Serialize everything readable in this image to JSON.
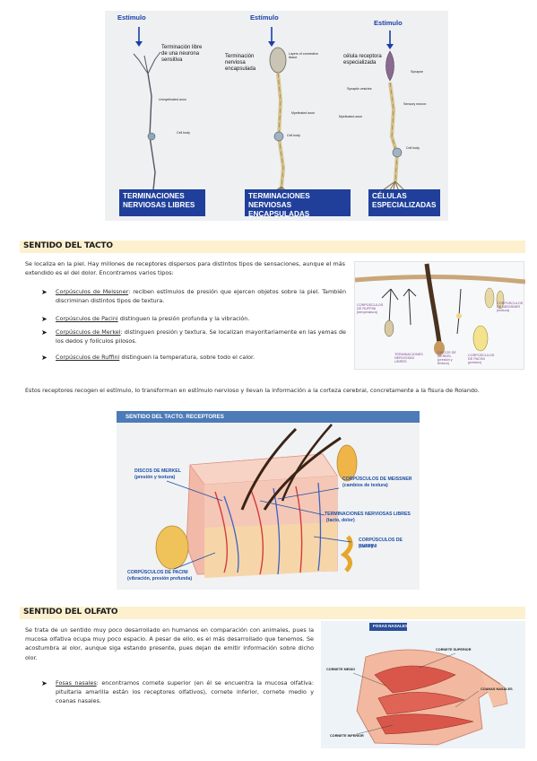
{
  "top_figure": {
    "stimulus_labels": [
      "Estímulo",
      "Estímulo",
      "Estímulo"
    ],
    "col1_desc": "Terminación libre de una neurona sensitiva",
    "col2_desc": "Terminación nerviosa encapsulada",
    "col3_desc": "célula receptora especializada",
    "captions": [
      "TERMINACIONES NERVIOSAS LIBRES",
      "TERMINACIONES NERVIOSAS ENCAPSULADAS",
      "CÉLULAS ESPECIALIZADAS"
    ],
    "micro": {
      "unmyelinated_axon": "Unmyelinated axon",
      "cell_body": "Cell body",
      "layers": "Layers of connective tissue",
      "myelinated_axon": "Myelinated axon",
      "synapse": "Synapse",
      "synaptic_vesicles": "Synaptic vesicles",
      "sensory_neuron": "Sensory neuron"
    }
  },
  "tacto": {
    "title": "SENTIDO DEL TACTO",
    "intro": "Se localiza en la piel. Hay millones de receptores dispersos para distintos tipos de sensaciones, aunque el más extendido es el del dolor. Encontramos varios tipos:",
    "items": [
      {
        "term": "Corpúsculos de Meissner",
        "text": ": reciben estímulos de presión que ejercen objetos sobre la piel. También discriminan distintos tipos de textura."
      },
      {
        "term": "Corpúsculos de Pacini",
        "text": " distinguen la presión profunda y la vibración."
      },
      {
        "term": "Corpúsculos de Merkel",
        "text": ": distinguen presión y textura. Se localizan mayoritariamente en las yemas de los dedos y folículos pilosos."
      },
      {
        "term": "Corpúsculos de Ruffini",
        "text": " distinguen la temperatura, sobre todo el calor."
      }
    ],
    "receptors_figure": {
      "ruffini": "CORPÚSCULOS DE RUFFINI (temperatura)",
      "libres": "TERMINACIONES NERVIOSAS LIBRES",
      "merkel": "DISCOS DE MERKEL (presión y textura)",
      "pacini": "CORPÚSCULOS DE PACINI (presión)",
      "meissner": "CORPÚSCULOS DE MEISSNER (textura)"
    },
    "conclusion": "Estos receptores recogen el estímulo, lo transforman en estímulo nervioso y llevan la información a la corteza cerebral, concretamente a la fisura de Rolando.",
    "skin_figure": {
      "title": "SENTIDO DEL TACTO. RECEPTORES",
      "merkel": "DISCOS DE MERKEL",
      "merkel_sub": "(presión y textura)",
      "meissner": "CORPÚSCULOS DE MEISSNER",
      "meissner_sub": "(cambios de textura)",
      "libres": "TERMINACIONES NERVIOSAS LIBRES",
      "libres_sub": "(tacto, dolor)",
      "ruffini": "CORPÚSCULOS DE RUFFINI",
      "ruffini_sub": "(calor)",
      "pacini": "CORPÚSCULOS DE PACINI",
      "pacini_sub": "(vibración, presión profunda)"
    }
  },
  "olfato": {
    "title": "SENTIDO DEL OLFATO",
    "intro": "Se trata de un sentido muy poco desarrollado en humanos en comparación con animales, pues la mucosa olfativa ocupa muy poco espacio. A pesar de ello, es el más desarrollado que tenemos. Se acostumbra al olor, aunque siga estando presente, pues dejan de emitir información sobre dicho olor.",
    "item_term": "Fosas nasales",
    "item_text": ": encontramos cornete superior (en él se encuentra la mucosa olfativa: pituitaria amarilla están los receptores olfativos), cornete inferior, cornete medio y coanas nasales.",
    "nose_figure": {
      "title": "FOSAS NASALES",
      "superior": "CORNETE SUPERIOR",
      "medio": "CORNETE MEDIO",
      "coanas": "COANAS NASALES",
      "inferior": "CORNETE INFERIOR"
    }
  }
}
